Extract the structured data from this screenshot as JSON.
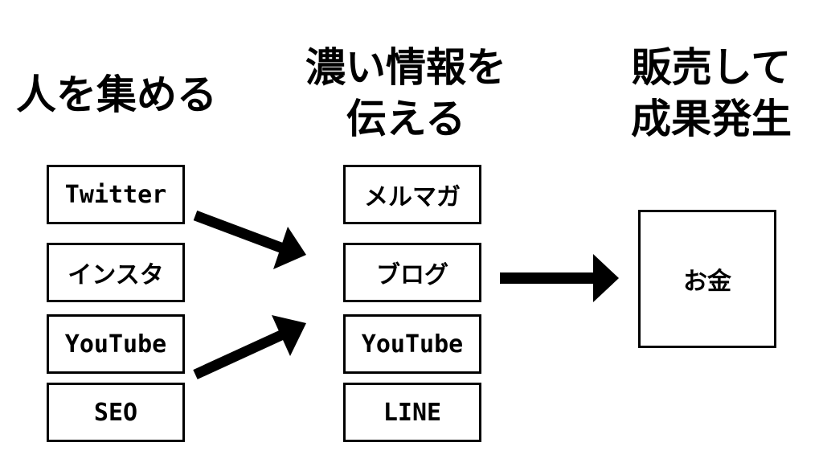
{
  "columns": {
    "attract": {
      "heading": "人を集める",
      "items": [
        "Twitter",
        "インスタ",
        "YouTube",
        "SEO"
      ]
    },
    "inform": {
      "heading": "濃い情報を\n伝える",
      "items": [
        "メルマガ",
        "ブログ",
        "YouTube",
        "LINE"
      ]
    },
    "sell": {
      "heading": "販売して\n成果発生",
      "result": "お金"
    }
  },
  "colors": {
    "stroke": "#000000",
    "background": "#ffffff"
  }
}
